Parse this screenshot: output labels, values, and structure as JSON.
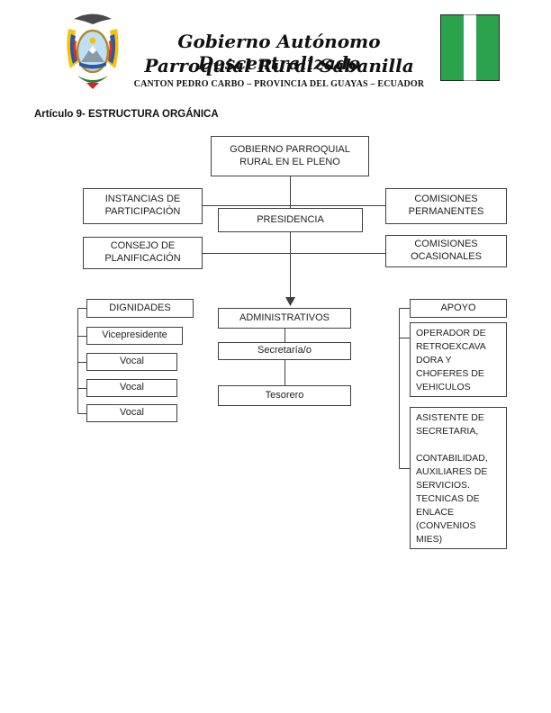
{
  "header": {
    "title_line1": "Gobierno Autónomo Descentralizado",
    "title_line2": "Parroquial Rural Sabanilla",
    "subtitle": "CANTON PEDRO CARBO – PROVINCIA DEL GUAYAS – ECUADOR",
    "coat_of_arms_icon": "ecuador-coat-of-arms",
    "flag_icon": "parish-green-white-flag"
  },
  "article_title": "Artículo 9- ESTRUCTURA ORGÁNICA",
  "org": {
    "pleno": "GOBIERNO PARROQUIAL RURAL EN EL PLENO",
    "instancias": "INSTANCIAS DE PARTICIPACIÓN",
    "comisiones_permanentes": "COMISIONES PERMANENTES",
    "presidencia": "PRESIDENCIA",
    "consejo_planificacion": "CONSEJO DE PLANIFICACIÓN",
    "comisiones_ocasionales": "COMISIONES OCASIONALES",
    "dignidades": "DIGNIDADES",
    "vicepresidente": "Vicepresidente",
    "vocal_1": "Vocal",
    "vocal_2": "Vocal",
    "vocal_3": "Vocal",
    "administrativos": "ADMINISTRATIVOS",
    "secretaria": "Secretaría/o",
    "tesorero": "Tesorero",
    "apoyo": "APOYO",
    "operador": "OPERADOR DE\nRETROEXCAVA\nDORA Y\nCHOFERES DE\nVEHICULOS",
    "asistente": "ASISTENTE DE\nSECRETARIA,\n\nCONTABILIDAD,\nAUXILIARES DE\nSERVICIOS.\nTECNICAS DE\nENLACE\n(CONVENIOS\nMIES)"
  },
  "colors": {
    "flag_green": "#2BA24C",
    "line": "#3f3f3f"
  }
}
